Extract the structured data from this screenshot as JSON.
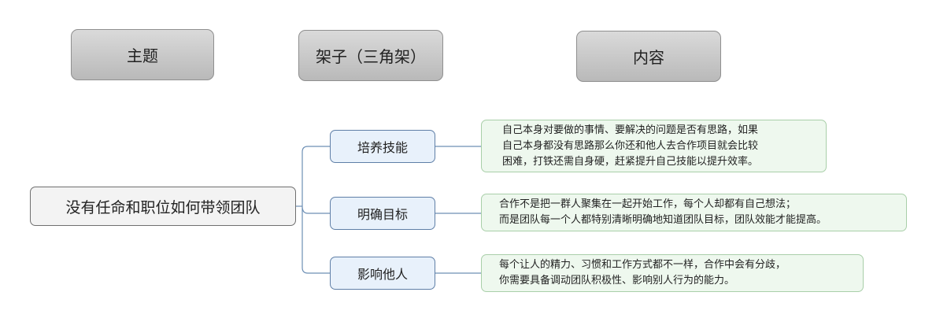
{
  "headers": {
    "topic": "主题",
    "frame": "架子（三角架）",
    "content": "内容"
  },
  "root": {
    "label": "没有任命和职位如何带领团队"
  },
  "branches": [
    {
      "label": "培养技能",
      "content": [
        "自己本身对要做的事情、要解决的问题是否有思路，如果",
        "自己本身都没有思路那么你还和他人去合作项目就会比较",
        "困难，打铁还需自身硬，赶紧提升自己技能以提升效率。"
      ]
    },
    {
      "label": "明确目标",
      "content": [
        "合作不是把一群人聚集在一起开始工作，每个人却都有自己想法；",
        "而是团队每一个人都特别清晰明确地知道团队目标，团队效能才能提高。"
      ]
    },
    {
      "label": "影响他人",
      "content": [
        "每个让人的精力、习惯和工作方式都不一样，合作中会有分歧，",
        "你需要具备调动团队积极性、影响别人行为的能力。"
      ]
    }
  ],
  "colors": {
    "branch_line": "#6d8fb5",
    "leaf_line": "#a9cfa9"
  }
}
